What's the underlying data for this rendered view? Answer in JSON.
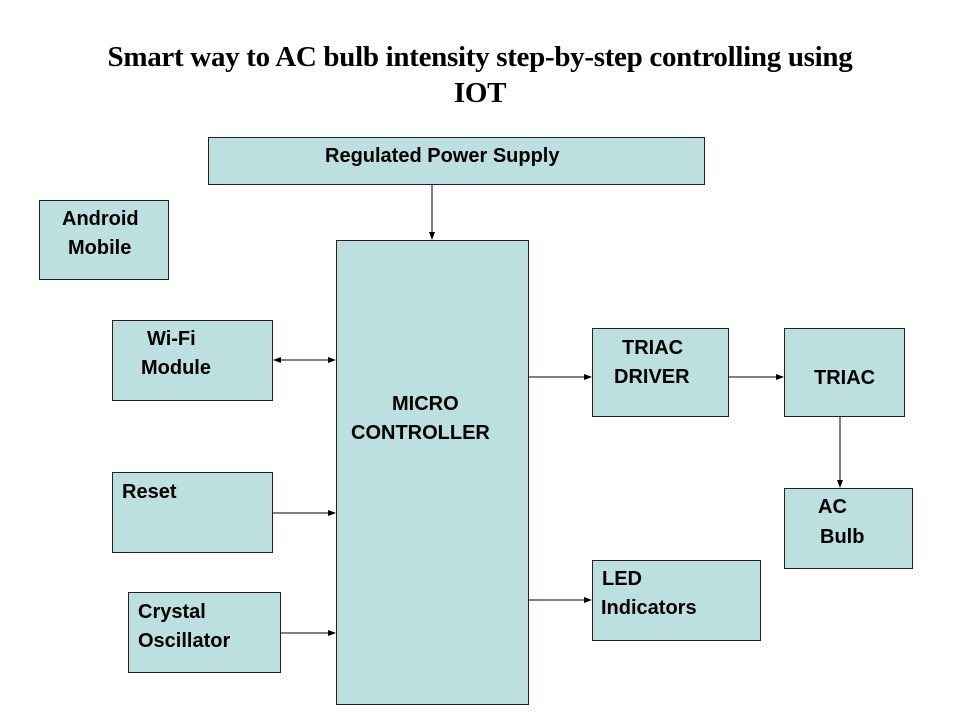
{
  "title": {
    "line1": "Smart way to AC bulb intensity step-by-step controlling using",
    "line2": "IOT"
  },
  "blocks": {
    "power_supply": "Regulated Power Supply",
    "android": {
      "line1": "Android",
      "line2": "Mobile"
    },
    "wifi": {
      "line1": "Wi-Fi",
      "line2": "Module"
    },
    "reset": "Reset",
    "crystal": {
      "line1": "Crystal",
      "line2": "Oscillator"
    },
    "micro": {
      "line1": "MICRO",
      "line2": "CONTROLLER"
    },
    "triac_driver": {
      "line1": "TRIAC",
      "line2": "DRIVER"
    },
    "triac": "TRIAC",
    "ac_bulb": {
      "line1": "AC",
      "line2": "Bulb"
    },
    "led": {
      "line1": "LED",
      "line2": "Indicators"
    }
  },
  "connections": [
    {
      "from": "Regulated Power Supply",
      "to": "MICRO CONTROLLER",
      "direction": "one-way"
    },
    {
      "from": "Wi-Fi Module",
      "to": "MICRO CONTROLLER",
      "direction": "two-way"
    },
    {
      "from": "Reset",
      "to": "MICRO CONTROLLER",
      "direction": "one-way"
    },
    {
      "from": "Crystal Oscillator",
      "to": "MICRO CONTROLLER",
      "direction": "one-way"
    },
    {
      "from": "MICRO CONTROLLER",
      "to": "TRIAC DRIVER",
      "direction": "one-way"
    },
    {
      "from": "TRIAC DRIVER",
      "to": "TRIAC",
      "direction": "one-way"
    },
    {
      "from": "TRIAC",
      "to": "AC Bulb",
      "direction": "one-way"
    },
    {
      "from": "MICRO CONTROLLER",
      "to": "LED Indicators",
      "direction": "one-way"
    }
  ],
  "colors": {
    "block_fill": "#bcdfe0",
    "border": "#222222"
  }
}
